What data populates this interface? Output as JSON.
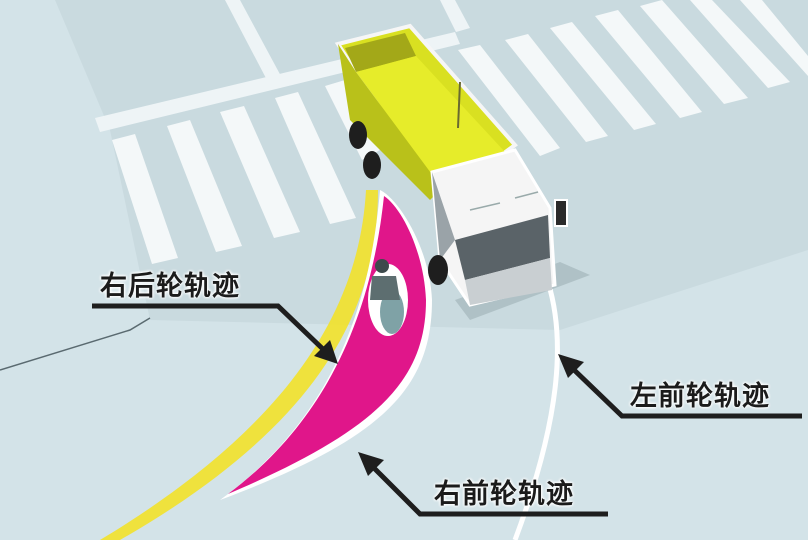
{
  "diagram": {
    "subject": "truck turning right at intersection — inner wheel difference blind zone",
    "colors": {
      "road": "#d3e3e8",
      "road_dark": "#c6d7dc",
      "stripe": "#f4f8f9",
      "blind_zone": "#e0168a",
      "rear_track_glow": "#f2e12a",
      "truck_cargo": "#d9e021",
      "truck_cab": "#f5f5f5",
      "arrow": "#1e1e1e"
    },
    "labels": {
      "right_rear": "右后轮轨迹",
      "left_front": "左前轮轨迹",
      "right_front": "右前轮轨迹"
    },
    "elements": [
      "crosswalk-top-left",
      "crosswalk-top-right",
      "dump-truck",
      "cyclist-in-blind-zone",
      "blind-zone-band",
      "left-front-track-line"
    ]
  }
}
